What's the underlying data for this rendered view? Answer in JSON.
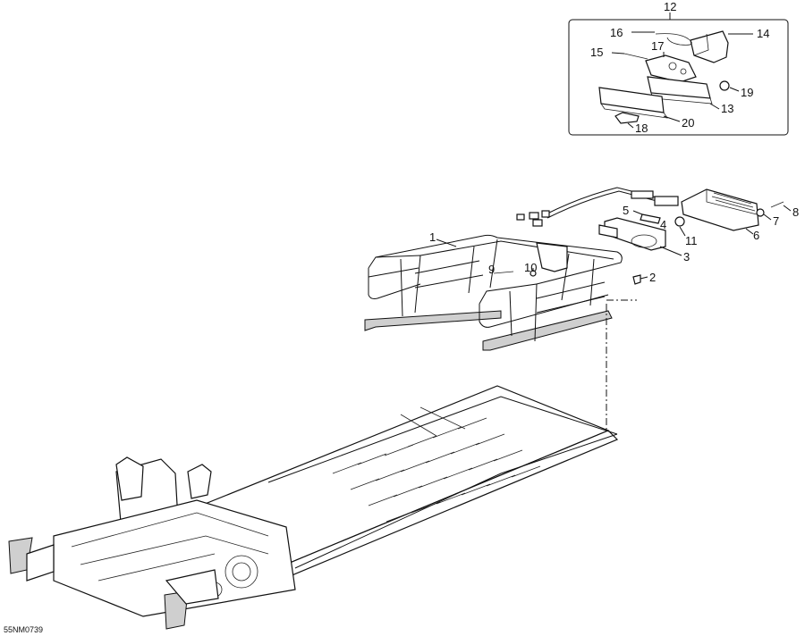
{
  "diagram": {
    "drawing_code": "55NM0739",
    "callouts": [
      "1",
      "2",
      "3",
      "4",
      "5",
      "6",
      "7",
      "8",
      "9",
      "10",
      "11",
      "12",
      "13",
      "14",
      "15",
      "16",
      "17",
      "18",
      "19",
      "20"
    ]
  }
}
